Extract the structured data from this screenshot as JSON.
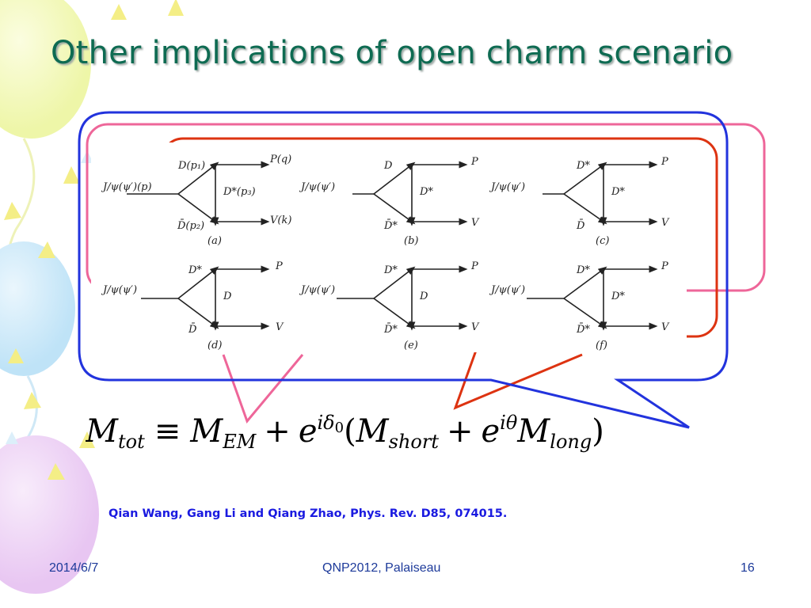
{
  "slide": {
    "title": "Other implications of open charm scenario",
    "reference": "Qian Wang, Gang Li and Qiang Zhao, Phys. Rev. D85, 074015.",
    "footer": {
      "date": "2014/6/7",
      "event": "QNP2012, Palaiseau",
      "page": "16"
    },
    "colors": {
      "title": "#0e6b52",
      "blue_box": "#2233dd",
      "pink_box": "#ee6699",
      "red_box": "#dd3311",
      "reference": "#1a1ae0"
    }
  },
  "formula": {
    "lhs": "M",
    "lhs_sub": "tot",
    "equiv": "≡",
    "t1": "M",
    "t1_sub": "EM",
    "plus": "+",
    "e": "e",
    "exp1": "iδ",
    "exp1_sub": "0",
    "open": "(",
    "t2": "M",
    "t2_sub": "short",
    "exp2": "iθ",
    "t3": "M",
    "t3_sub": "long",
    "close": ")"
  },
  "diagrams": [
    {
      "initial": "J/ψ(ψ′)(p)",
      "top": "D(p₁)",
      "bottom": "D̄(p₂)",
      "exchange": "D*(p₃)",
      "out_top": "P(q)",
      "out_bottom": "V(k)",
      "tag": "(a)"
    },
    {
      "initial": "J/ψ(ψ′)",
      "top": "D",
      "bottom": "D̄*",
      "exchange": "D*",
      "out_top": "P",
      "out_bottom": "V",
      "tag": "(b)"
    },
    {
      "initial": "J/ψ(ψ′)",
      "top": "D*",
      "bottom": "D̄",
      "exchange": "D*",
      "out_top": "P",
      "out_bottom": "V",
      "tag": "(c)"
    },
    {
      "initial": "J/ψ(ψ′)",
      "top": "D*",
      "bottom": "D̄",
      "exchange": "D",
      "out_top": "P",
      "out_bottom": "V",
      "tag": "(d)"
    },
    {
      "initial": "J/ψ(ψ′)",
      "top": "D*",
      "bottom": "D̄*",
      "exchange": "D",
      "out_top": "P",
      "out_bottom": "V",
      "tag": "(e)"
    },
    {
      "initial": "J/ψ(ψ′)",
      "top": "D*",
      "bottom": "D̄*",
      "exchange": "D*",
      "out_top": "P",
      "out_bottom": "V",
      "tag": "(f)"
    }
  ]
}
